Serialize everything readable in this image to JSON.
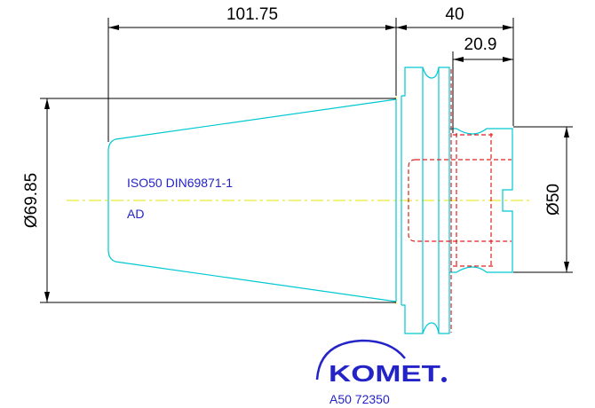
{
  "dimensions": {
    "length_main": "101.75",
    "length_flange": "40",
    "length_inner": "20.9",
    "diameter_taper": "Ø69.85",
    "diameter_shank": "Ø50"
  },
  "notes": {
    "standard": "ISO50 DIN69871-1",
    "form": "AD"
  },
  "brand": {
    "logo_text": "KOMET",
    "part_number": "A50 72350"
  },
  "colors": {
    "outline": "#00c8d2",
    "hidden": "#e02020",
    "center": "#e6e600",
    "dimension": "#000000",
    "annotation": "#2323c8"
  }
}
